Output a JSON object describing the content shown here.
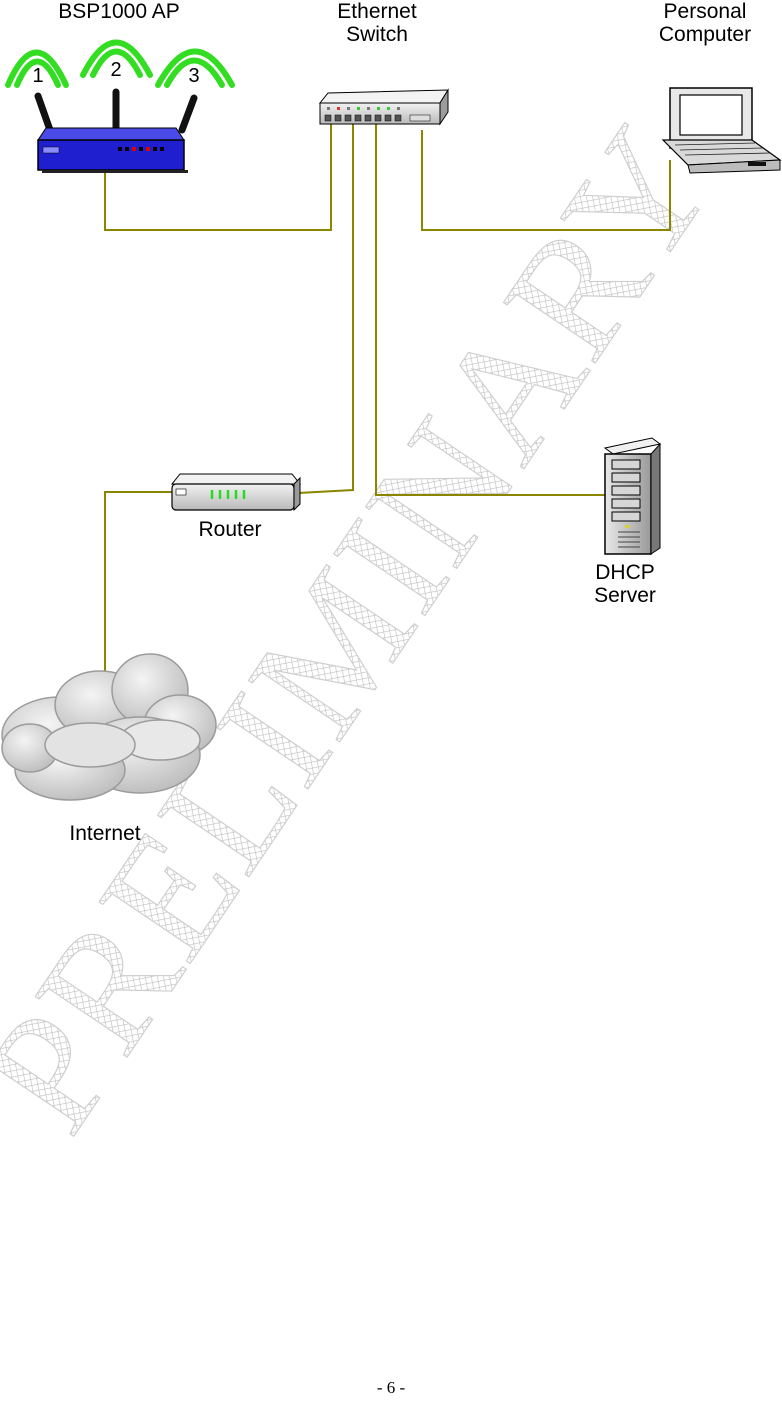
{
  "devices": {
    "access_point": {
      "label": "BSP1000 AP",
      "antennas": [
        "1",
        "2",
        "3"
      ]
    },
    "ethernet_switch": {
      "label_line1": "Ethernet",
      "label_line2": "Switch"
    },
    "personal_computer": {
      "label_line1": "Personal",
      "label_line2": "Computer"
    },
    "router": {
      "label": "Router"
    },
    "dhcp_server": {
      "label_line1": "DHCP",
      "label_line2": "Server"
    },
    "internet": {
      "label": "Internet"
    }
  },
  "watermark": {
    "text": "PRELIMINARY"
  },
  "footer": {
    "page_number": "- 6 -"
  },
  "colors": {
    "cable": "#8c8500",
    "ap_body": "#1f1fd0",
    "wifi_wave": "#33dd22",
    "watermark": "#c8c8c8"
  }
}
